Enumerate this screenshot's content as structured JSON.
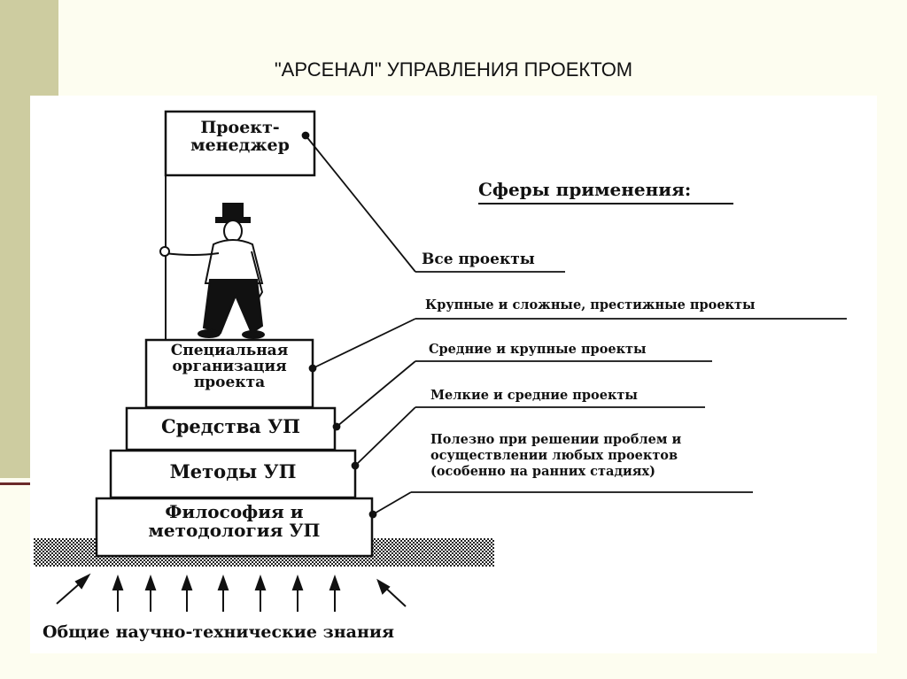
{
  "title": "\"АРСЕНАЛ\" УПРАВЛЕНИЯ ПРОЕКТОМ",
  "flag": {
    "line1": "Проект-",
    "line2": "менеджер"
  },
  "spheres_title": "Сферы применения:",
  "pyramid": {
    "level1": {
      "line1": "Специальная",
      "line2": "организация",
      "line3": "проекта"
    },
    "level2": "Средства УП",
    "level3": "Методы УП",
    "level4": {
      "line1": "Философия и",
      "line2": "методология УП"
    }
  },
  "spheres": {
    "all": "Все проекты",
    "large_complex": "Крупные и сложные, престижные проекты",
    "medium_large": "Средние и крупные проекты",
    "small_medium": "Мелкие и средние проекты",
    "useful": {
      "line1": "Полезно при решении проблем и",
      "line2": "осуществлении любых проектов",
      "line3": "(особенно на ранних стадиях)"
    }
  },
  "foundation": "Общие научно-технические знания",
  "colors": {
    "background": "#fdfdf0",
    "strip": "#cdcca0",
    "accent_line": "#6b2a2a",
    "ink": "#111111"
  }
}
